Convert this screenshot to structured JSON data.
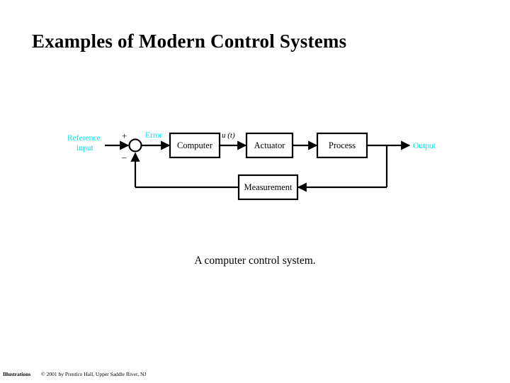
{
  "slide": {
    "title": "Examples of Modern Control Systems",
    "caption": "A computer control system."
  },
  "diagram": {
    "name": "computer-control-system-block-diagram",
    "type": "feedback-control-block-diagram",
    "colors": {
      "line": "#000000",
      "block_fill": "#ffffff",
      "block_stroke": "#000000",
      "signal_label": "#00e5ee",
      "text": "#000000"
    },
    "input_label_line1": "Reference",
    "input_label_line2": "input",
    "error_label": "Error",
    "output_label": "Output",
    "signal_label": "u (t)",
    "sum_plus": "+",
    "sum_minus": "–",
    "blocks": [
      {
        "id": "computer",
        "label": "Computer"
      },
      {
        "id": "actuator",
        "label": "Actuator"
      },
      {
        "id": "process",
        "label": "Process"
      },
      {
        "id": "measurement",
        "label": "Measurement"
      }
    ]
  },
  "footer": {
    "left": "Illustrations",
    "copyright": "© 2001 by Prentice Hall, Upper Saddle River, NJ"
  }
}
